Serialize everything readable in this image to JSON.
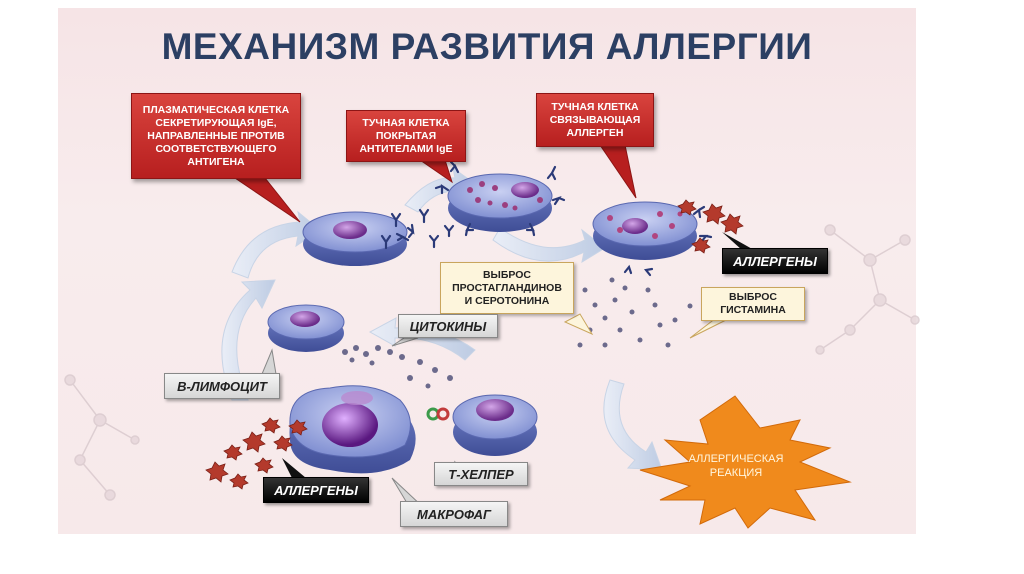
{
  "title": "МЕХАНИЗМ РАЗВИТИЯ АЛЛЕРГИИ",
  "callouts": {
    "plasma_cell": "ПЛАЗМАТИЧЕСКАЯ КЛЕТКА\nСЕКРЕТИРУЮЩАЯ IgE,\nНАПРАВЛЕННЫЕ ПРОТИВ\nСООТВЕТСТВУЮЩЕГО\nАНТИГЕНА",
    "mast_cell_coated": "ТУЧНАЯ КЛЕТКА\nПОКРЫТАЯ\nАНТИТЕЛАМИ IgE",
    "mast_cell_binding": "ТУЧНАЯ КЛЕТКА\nСВЯЗЫВАЮЩАЯ\nАЛЛЕРГЕН"
  },
  "labels": {
    "prostaglandins": "ВЫБРОС\nПРОСТАГЛАНДИНОВ\nИ СЕРОТОНИНА",
    "histamine": "ВЫБРОС\nГИСТАМИНА",
    "cytokines": "ЦИТОКИНЫ",
    "b_lymphocyte": "В-ЛИМФОЦИТ",
    "t_helper": "Т-ХЕЛПЕР",
    "macrophage": "МАКРОФАГ",
    "allergens_top": "АЛЛЕРГЕНЫ",
    "allergens_bottom": "АЛЛЕРГЕНЫ",
    "allergic_reaction": "АЛЛЕРГИЧЕСКАЯ\nРЕАКЦИЯ"
  },
  "colors": {
    "title": "#2c3f63",
    "callout_red": "#c62b28",
    "burst_orange": "#f08a1c",
    "cell_blue": "#8a9ad8",
    "nucleus_purple": "#7b3c9a",
    "allergen_red": "#b43a2c"
  }
}
